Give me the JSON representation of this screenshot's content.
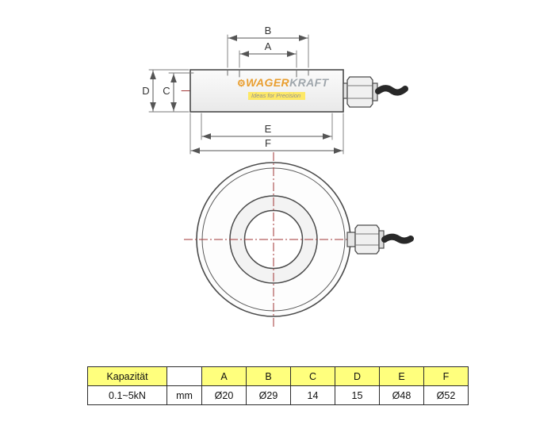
{
  "logo": {
    "gear_icon": "⚙",
    "brand_left": "WAGER",
    "brand_right": "KRAFT",
    "tagline": "Ideas for Precision"
  },
  "drawing": {
    "dim_a": "A",
    "dim_b": "B",
    "dim_c": "C",
    "dim_d": "D",
    "dim_e": "E",
    "dim_f": "F"
  },
  "table": {
    "header": [
      "Kapazität",
      "",
      "A",
      "B",
      "C",
      "D",
      "E",
      "F"
    ],
    "row": [
      "0.1~5kN",
      "mm",
      "Ø20",
      "Ø29",
      "14",
      "15",
      "Ø48",
      "Ø52"
    ]
  },
  "colors": {
    "line": "#555555",
    "centerline": "#a03636",
    "header_bg": "#ffff7d",
    "logo_orange": "#e8971f",
    "logo_gray": "#98a0a6",
    "cable": "#282828"
  }
}
